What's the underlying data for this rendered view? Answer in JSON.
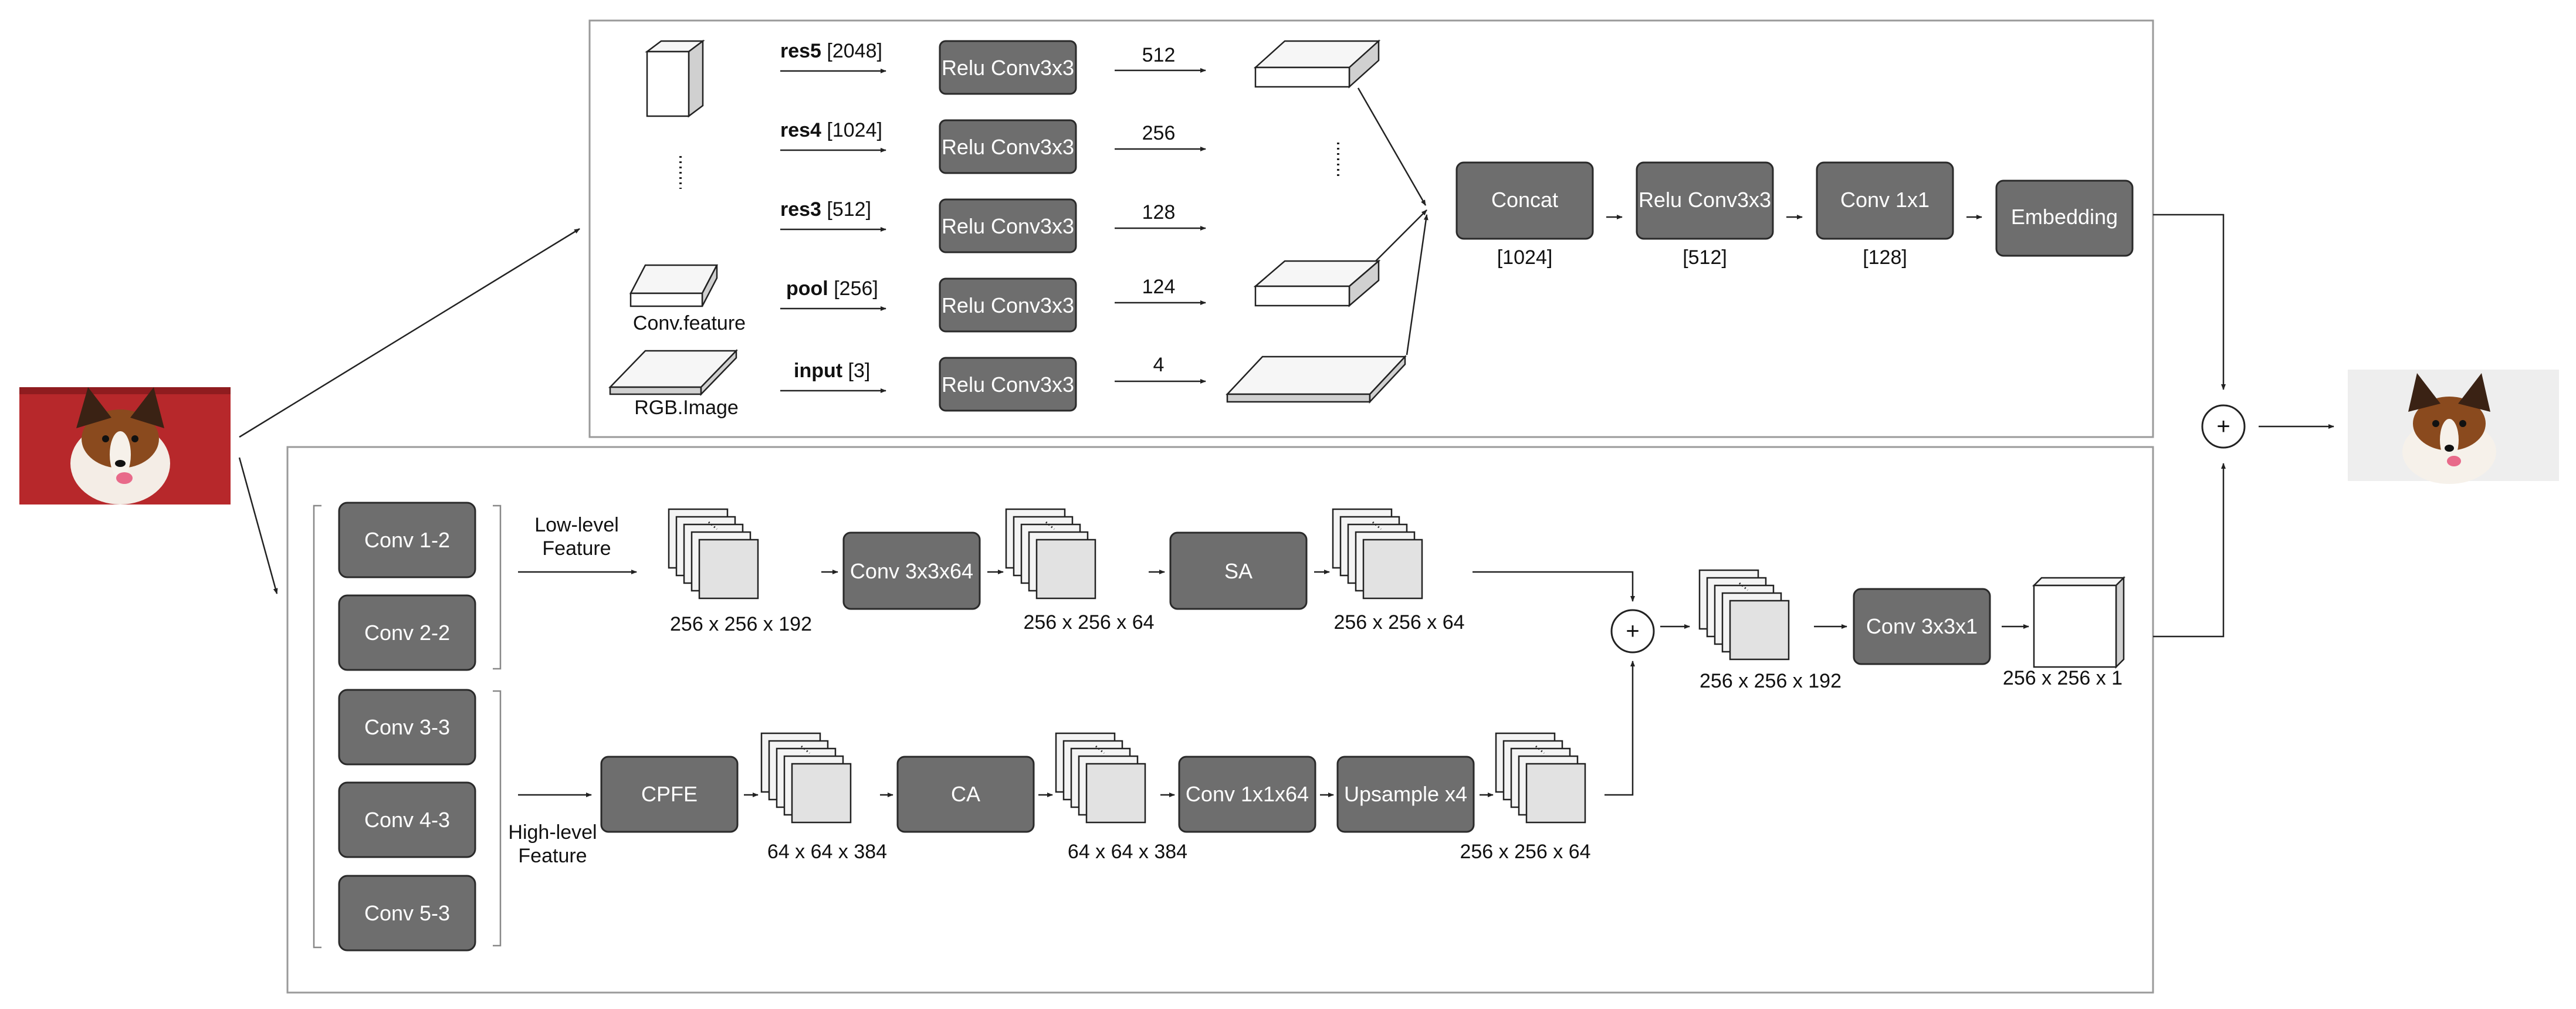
{
  "top_branch": {
    "inputs": [
      {
        "name": "res5",
        "dim": "[2048]",
        "out": "512"
      },
      {
        "name": "res4",
        "dim": "[1024]",
        "out": "256"
      },
      {
        "name": "res3",
        "dim": "[512]",
        "out": "128"
      },
      {
        "name": "pool",
        "dim": "[256]",
        "out": "124"
      },
      {
        "name": "input",
        "dim": "[3]",
        "out": "4"
      }
    ],
    "conv_label": "Relu Conv3x3",
    "conv_feature_label": "Conv.feature",
    "rgb_image_label": "RGB.Image",
    "concat": {
      "label": "Concat",
      "dim": "[1024]"
    },
    "relu_conv": {
      "label": "Relu Conv3x3",
      "dim": "[512]"
    },
    "conv1x1": {
      "label": "Conv 1x1",
      "dim": "[128]"
    },
    "embedding": {
      "label": "Embedding"
    }
  },
  "bottom_branch": {
    "backbone": [
      "Conv 1-2",
      "Conv 2-2",
      "Conv 3-3",
      "Conv 4-3",
      "Conv 5-3"
    ],
    "low_level_label": "Low-level\nFeature",
    "high_level_label": "High-level\nFeature",
    "low_path": [
      {
        "dim": "256 x 256 x 192"
      },
      {
        "box": "Conv 3x3x64",
        "dim": "256 x 256 x 64"
      },
      {
        "box": "SA",
        "dim": "256 x 256 x 64"
      }
    ],
    "high_path": [
      {
        "box": "CPFE",
        "dim": "64 x 64 x 384"
      },
      {
        "box": "CA",
        "dim": "64 x 64 x 384"
      },
      {
        "box": "Conv 1x1x64"
      },
      {
        "box": "Upsample x4",
        "dim": "256 x 256 x 64"
      }
    ],
    "fused_dim": "256 x 256 x 192",
    "final_conv": "Conv 3x3x1",
    "output_dim": "256 x 256 x 1"
  },
  "plus_symbol": "+",
  "colors": {
    "box_fill": "#6e6e6e",
    "frame_stroke": "#9a9a9a",
    "photo_bg": "#b7282b"
  }
}
